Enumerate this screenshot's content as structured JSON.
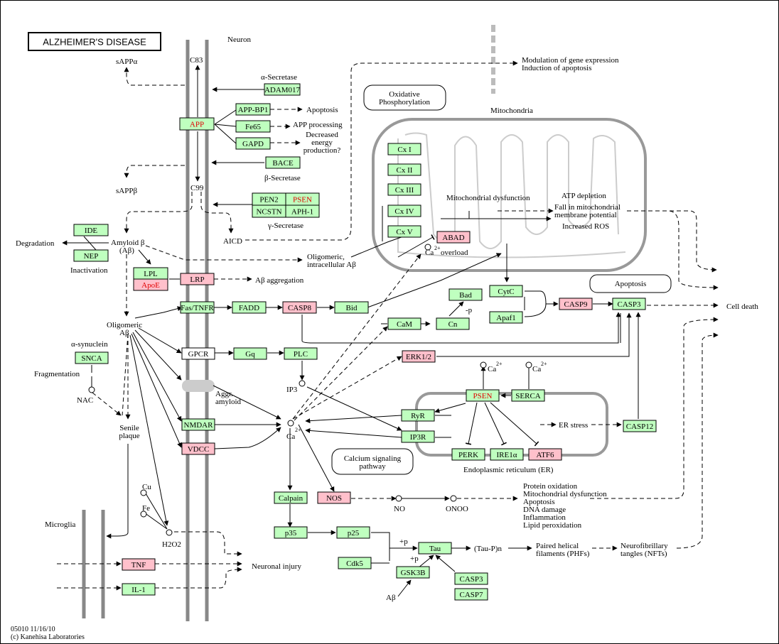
{
  "title": "ALZHEIMER'S DISEASE",
  "footer": {
    "id_date": "05010 11/16/10",
    "copyright": "(c) Kanehisa Laboratories"
  },
  "colors": {
    "expressed": "#bfffbf",
    "highlighted": "#ffc0cb",
    "plain": "#ffffff",
    "red_text": "#e00000",
    "membrane": "#888888"
  },
  "genes": [
    {
      "id": "adam17",
      "label": "ADAM017",
      "fill": "green"
    },
    {
      "id": "app",
      "label": "APP",
      "fill": "green",
      "red": true
    },
    {
      "id": "appbp1",
      "label": "APP-BP1",
      "fill": "green"
    },
    {
      "id": "fe65",
      "label": "Fe65",
      "fill": "green"
    },
    {
      "id": "gapd",
      "label": "GAPD",
      "fill": "green"
    },
    {
      "id": "bace",
      "label": "BACE",
      "fill": "green"
    },
    {
      "id": "pen2",
      "label": "PEN2",
      "fill": "green"
    },
    {
      "id": "psen1",
      "label": "PSEN",
      "fill": "green",
      "red": true
    },
    {
      "id": "ncstn",
      "label": "NCSTN",
      "fill": "green"
    },
    {
      "id": "aph1",
      "label": "APH-1",
      "fill": "green"
    },
    {
      "id": "ide",
      "label": "IDE",
      "fill": "green"
    },
    {
      "id": "nep",
      "label": "NEP",
      "fill": "green"
    },
    {
      "id": "lpl",
      "label": "LPL",
      "fill": "green"
    },
    {
      "id": "apoe",
      "label": "ApoE",
      "fill": "pink",
      "red": true
    },
    {
      "id": "lrp",
      "label": "LRP",
      "fill": "pink"
    },
    {
      "id": "fastnfr",
      "label": "Fas/TNFR",
      "fill": "green"
    },
    {
      "id": "fadd",
      "label": "FADD",
      "fill": "green"
    },
    {
      "id": "casp8",
      "label": "CASP8",
      "fill": "pink"
    },
    {
      "id": "bid",
      "label": "Bid",
      "fill": "green"
    },
    {
      "id": "snca",
      "label": "SNCA",
      "fill": "green"
    },
    {
      "id": "gpcr",
      "label": "GPCR",
      "fill": "white"
    },
    {
      "id": "gq",
      "label": "Gq",
      "fill": "green"
    },
    {
      "id": "plc",
      "label": "PLC",
      "fill": "green"
    },
    {
      "id": "nmdar",
      "label": "NMDAR",
      "fill": "green"
    },
    {
      "id": "vdcc",
      "label": "VDCC",
      "fill": "pink"
    },
    {
      "id": "cx1",
      "label": "Cx I",
      "fill": "green"
    },
    {
      "id": "cx2",
      "label": "Cx II",
      "fill": "green"
    },
    {
      "id": "cx3",
      "label": "Cx III",
      "fill": "green"
    },
    {
      "id": "cx4",
      "label": "Cx IV",
      "fill": "green"
    },
    {
      "id": "cx5",
      "label": "Cx V",
      "fill": "green"
    },
    {
      "id": "abad",
      "label": "ABAD",
      "fill": "pink"
    },
    {
      "id": "bad",
      "label": "Bad",
      "fill": "green"
    },
    {
      "id": "cytc",
      "label": "CytC",
      "fill": "green"
    },
    {
      "id": "apaf1",
      "label": "Apaf1",
      "fill": "green"
    },
    {
      "id": "casp9",
      "label": "CASP9",
      "fill": "pink"
    },
    {
      "id": "casp3a",
      "label": "CASP3",
      "fill": "green"
    },
    {
      "id": "cam",
      "label": "CaM",
      "fill": "green"
    },
    {
      "id": "cn",
      "label": "Cn",
      "fill": "green"
    },
    {
      "id": "erk12",
      "label": "ERK1/2",
      "fill": "pink"
    },
    {
      "id": "psen2",
      "label": "PSEN",
      "fill": "green",
      "red": true
    },
    {
      "id": "serca",
      "label": "SERCA",
      "fill": "green"
    },
    {
      "id": "ryr",
      "label": "RyR",
      "fill": "green"
    },
    {
      "id": "ip3r",
      "label": "IP3R",
      "fill": "green"
    },
    {
      "id": "perk",
      "label": "PERK",
      "fill": "green"
    },
    {
      "id": "ire1a",
      "label": "IRE1α",
      "fill": "green"
    },
    {
      "id": "atf6",
      "label": "ATF6",
      "fill": "pink"
    },
    {
      "id": "casp12",
      "label": "CASP12",
      "fill": "green"
    },
    {
      "id": "calpain",
      "label": "Calpain",
      "fill": "green"
    },
    {
      "id": "nos",
      "label": "NOS",
      "fill": "pink"
    },
    {
      "id": "p35",
      "label": "p35",
      "fill": "green"
    },
    {
      "id": "p25",
      "label": "p25",
      "fill": "green"
    },
    {
      "id": "cdk5",
      "label": "Cdk5",
      "fill": "green"
    },
    {
      "id": "tau",
      "label": "Tau",
      "fill": "green"
    },
    {
      "id": "gsk3b",
      "label": "GSK3B",
      "fill": "green"
    },
    {
      "id": "casp3b",
      "label": "CASP3",
      "fill": "green"
    },
    {
      "id": "casp7",
      "label": "CASP7",
      "fill": "green"
    },
    {
      "id": "tnf",
      "label": "TNF",
      "fill": "pink"
    },
    {
      "id": "il1",
      "label": "IL-1",
      "fill": "green"
    }
  ],
  "labels": {
    "neuron": "Neuron",
    "microglia": "Microglia",
    "c83": "C83",
    "c99": "C99",
    "alpha_secretase": "α-Secretase",
    "beta_secretase": "β-Secretase",
    "gamma_secretase": "γ-Secretase",
    "sappa": "sAPPα",
    "sappb": "sAPPβ",
    "apoptosis_app": "Apoptosis",
    "app_processing": "APP processing",
    "decreased_energy": [
      "Decreased",
      "energy",
      "production?"
    ],
    "aicd": "AICD",
    "modulation": [
      "Modulation of gene expression",
      "Induction of apoptosis"
    ],
    "oxphos": [
      "Oxidative",
      "Phosphorylation"
    ],
    "mitochondria": "Mitochondria",
    "mito_dysfunction": "Mitochondrial dysfunction",
    "atp_depletion": [
      "ATP depletion",
      "Fall in mitochondrial",
      "membrane potential"
    ],
    "increased_ros": "Increased ROS",
    "ca_overload": "overload",
    "degradation": "Degradation",
    "inactivation": "Inactivation",
    "amyloid_b": [
      "Amyloid β",
      "(Aβ)"
    ],
    "oligomeric_intra": [
      "Oligomeric,",
      "intracellular Aβ"
    ],
    "ab_aggregation": "Aβ aggregation",
    "apoptosis_box": "Apoptosis",
    "cell_death": "Cell death",
    "oligomeric_ab": [
      "Oligomeric",
      "Aβ"
    ],
    "alpha_synuclein": "α-synuclein",
    "fragmentation": "Fragmentation",
    "nac": "NAC",
    "senile_plaque": [
      "Senile",
      "plaque"
    ],
    "ip3": "IP3",
    "aggr_amyloid": [
      "Aggr.",
      "amyloid"
    ],
    "ca2": "Ca",
    "sup2": "2+",
    "er_stress": "ER stress",
    "er": "Endoplasmic reticulum (ER)",
    "calcium_signaling": [
      "Calcium signaling",
      "pathway"
    ],
    "no": "NO",
    "onoo": "ONOO",
    "nos_outcomes": [
      "Protein oxidation",
      "Mitochondrial dysfunction",
      "Apoptosis",
      "DNA damage",
      "Inflammation",
      "Lipid peroxidation"
    ],
    "minus_p": "-p",
    "plus_p": "+p",
    "tau_p": "(Tau-P)n",
    "phfs": [
      "Paired helical",
      "filaments (PHFs)"
    ],
    "nfts": [
      "Neurofibrillary",
      "tangles (NFTs)"
    ],
    "ab": "Aβ",
    "cu": "Cu",
    "fe": "Fe",
    "h2o2": "H2O2",
    "neuronal_injury": "Neuronal injury"
  }
}
